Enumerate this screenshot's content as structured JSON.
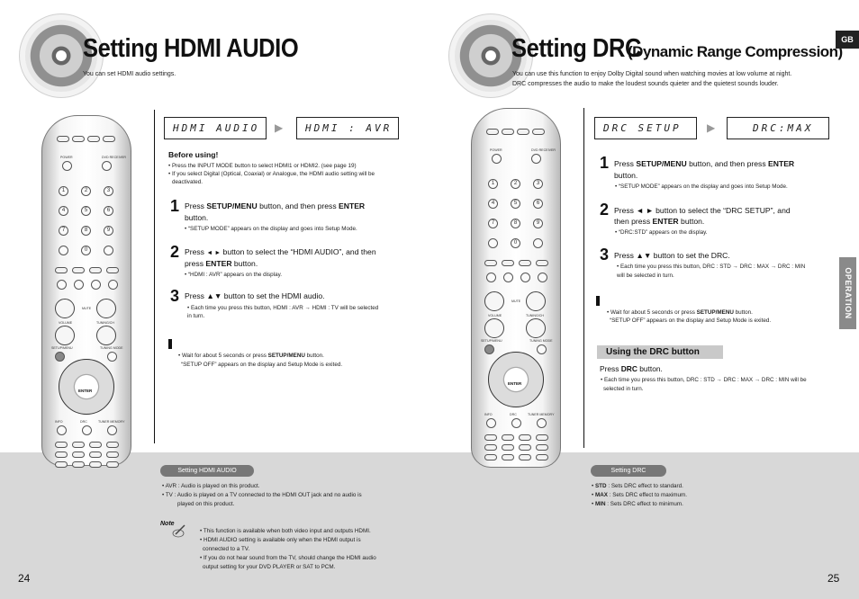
{
  "left": {
    "title": "Setting HDMI AUDIO",
    "intro": "You can set HDMI audio settings.",
    "lcd1": "HDMI AUDIO",
    "lcd2": "HDMI : AVR",
    "before_heading": "Before using!",
    "before_bullets": [
      "• Press the INPUT MODE button to select HDMI1 or HDMI2. (see page 19)",
      "• If you select Digital (Optical, Coaxial) or Analogue, the HDMI audio setting will be",
      "deactivated."
    ],
    "steps": [
      {
        "num": "1",
        "pre": "Press ",
        "b1": "SETUP/MENU",
        "mid": " button, and then press ",
        "b2": "ENTER",
        "post": "",
        "line2": "button.",
        "sub": "• “SETUP MODE” appears on the display and goes into Setup Mode."
      },
      {
        "num": "2",
        "pre": "Press ",
        "b1": "",
        "mid": " button to select the “HDMI AUDIO”, and then",
        "b2": "",
        "post": "",
        "line2_pre": "press ",
        "line2_b": "ENTER",
        "line2_post": " button.",
        "sub": "• “HDMI : AVR” appears on the display."
      },
      {
        "num": "3",
        "pre": "Press ▲▼ button to set the HDMI audio.",
        "sub1": "• Each time you press this button, HDMI : AVR → HDMI : TV will be selected",
        "sub2": "in turn."
      }
    ],
    "exit1_pre": "• Wait for about 5 seconds or press ",
    "exit1_b": "SETUP/MENU",
    "exit1_post": " button.",
    "exit2": "“SETUP OFF” appears on the display and Setup Mode is exited.",
    "footer_pill": "Setting HDMI AUDIO",
    "footer_items": [
      "• AVR : Audio is played on this product.",
      "• TV : Audio is played on a TV connected to the HDMI OUT jack and no audio is",
      "played on this product."
    ],
    "note_label": "Note",
    "notes": [
      "• This function is available when both video input and outputs HDMI.",
      "• HDMI AUDIO setting is available only when the HDMI output is",
      "connected to a TV.",
      "• If you do not hear sound from the TV, should change the HDMI audio",
      "output setting for your DVD PLAYER or SAT to PCM."
    ],
    "page": "24"
  },
  "right": {
    "title": "Setting DRC",
    "title_sub": "(Dynamic Range Compression)",
    "intro1": "You can use this function to enjoy Dolby Digital sound when watching movies at low volume at night.",
    "intro2": "DRC compresses the audio to make the loudest sounds quieter and the quietest sounds louder.",
    "lcd1": "DRC SETUP",
    "lcd2": "DRC:MAX",
    "steps": [
      {
        "num": "1",
        "pre": "Press ",
        "b1": "SETUP/MENU",
        "mid": " button, and then press ",
        "b2": "ENTER",
        "line2": "button.",
        "sub": "• “SETUP MODE” appears on the display and goes into Setup Mode."
      },
      {
        "num": "2",
        "pre": "Press ◄ ► button to select the “DRC SETUP”, and",
        "line2_pre": "then press ",
        "line2_b": "ENTER",
        "line2_post": " button.",
        "sub": "• “DRC:STD” appears on the display."
      },
      {
        "num": "3",
        "pre": "Press ▲▼ button to set the DRC.",
        "sub1": "• Each time you press this button, DRC : STD → DRC : MAX → DRC : MIN",
        "sub2": "will be selected in turn."
      }
    ],
    "exit1_pre": "• Wait for about 5 seconds or press ",
    "exit1_b": "SETUP/MENU",
    "exit1_post": " button.",
    "exit2": "“SETUP OFF” appears on the display and Setup Mode is exited.",
    "using_heading": "Using the DRC button",
    "using_pre": "Press ",
    "using_b": "DRC",
    "using_post": " button.",
    "using_sub1": "• Each time you press this button, DRC : STD → DRC : MAX → DRC : MIN will be",
    "using_sub2": "selected in turn.",
    "footer_pill": "Setting DRC",
    "footer_items": [
      {
        "b": "STD",
        "t": " : Sets DRC effect to standard."
      },
      {
        "b": "MAX",
        "t": " : Sets DRC effect to maximum."
      },
      {
        "b": "MIN",
        "t": " : Sets DRC effect to minimum."
      }
    ],
    "page": "25",
    "gb": "GB",
    "operation": "OPERATION"
  },
  "remote": {
    "enter": "ENTER",
    "setup_menu": "SETUP/MENU",
    "tuning_mode": "TUNING MODE",
    "power": "POWER",
    "dvd_receiver": "DVD RECEIVER",
    "volume": "VOLUME",
    "tuning_ch": "TUNING/CH",
    "mute": "MUTE",
    "drc": "DRC",
    "info": "INFO",
    "tuner_memory": "TUNER MEMORY",
    "keys": [
      "1",
      "2",
      "3",
      "4",
      "5",
      "6",
      "7",
      "8",
      "9",
      "0"
    ]
  },
  "colors": {
    "footer_band": "#d8d8d8",
    "pill": "#777777",
    "subhead": "#c9c9c9",
    "optab": "#8a8a8a"
  }
}
